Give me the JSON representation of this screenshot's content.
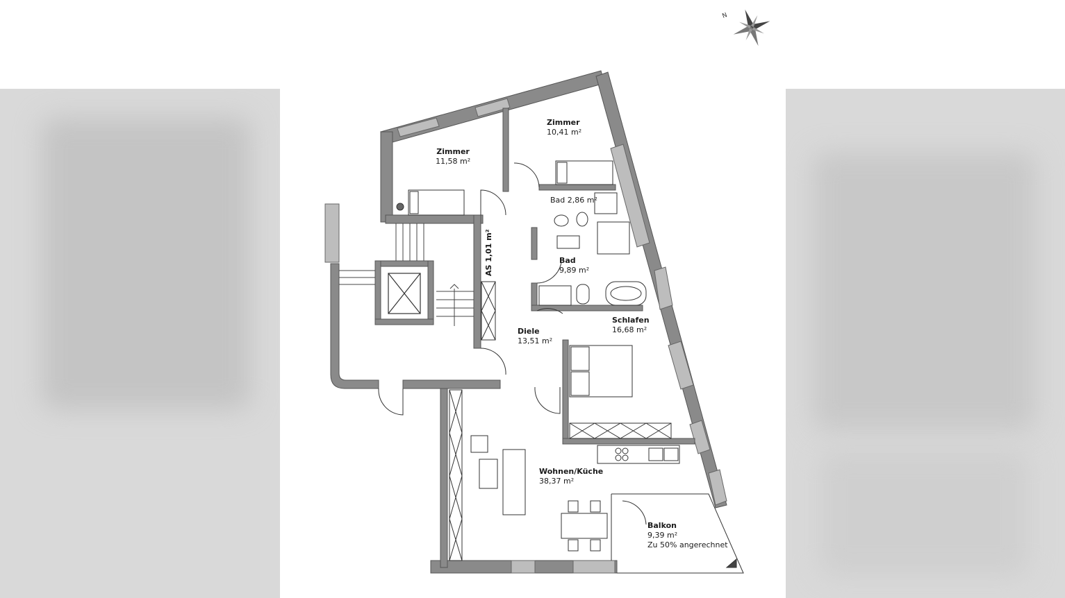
{
  "rooms": {
    "zimmer1": {
      "name": "Zimmer",
      "area": "11,58 m²"
    },
    "zimmer2": {
      "name": "Zimmer",
      "area": "10,41 m²"
    },
    "bad_small": {
      "label": "Bad 2,86 m²"
    },
    "as": {
      "label": "AS 1,01 m²"
    },
    "bad": {
      "name": "Bad",
      "area": "9,89 m²"
    },
    "schlafen": {
      "name": "Schlafen",
      "area": "16,68 m²"
    },
    "diele": {
      "name": "Diele",
      "area": "13,51 m²"
    },
    "wohnen": {
      "name": "Wohnen/Küche",
      "area": "38,37 m²"
    },
    "balkon": {
      "name": "Balkon",
      "area": "9,39 m²",
      "note": "Zu 50% angerechnet"
    }
  },
  "compass": {
    "label": "N"
  },
  "colors": {
    "wall": "#8a8a8a",
    "wall_outline": "#555555",
    "window": "#bdbdbd",
    "furniture": "#333333"
  }
}
